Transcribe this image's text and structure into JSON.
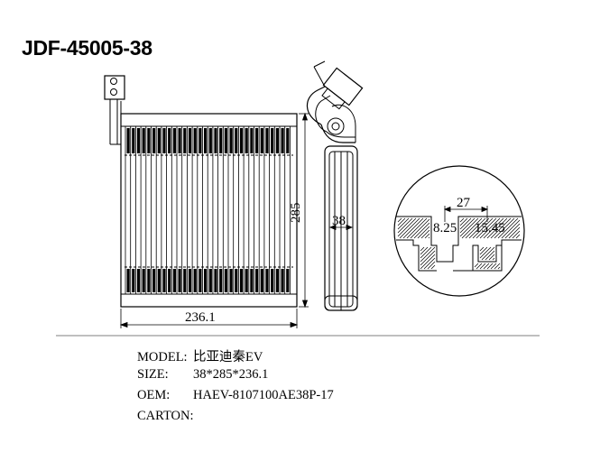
{
  "title": "JDF-45005-38",
  "dimensions": {
    "width": "236.1",
    "height": "285",
    "thickness": "38",
    "pitch": "27",
    "bore_left": "8.25",
    "bore_right": "15.45"
  },
  "specs": {
    "model_label": "MODEL:",
    "model_value": "比亚迪秦EV",
    "size_label": "SIZE:",
    "size_value": "38*285*236.1",
    "oem_label": "OEM:",
    "oem_value": "HAEV-8107100AE38P-17",
    "carton_label": "CARTON:",
    "carton_value": ""
  }
}
